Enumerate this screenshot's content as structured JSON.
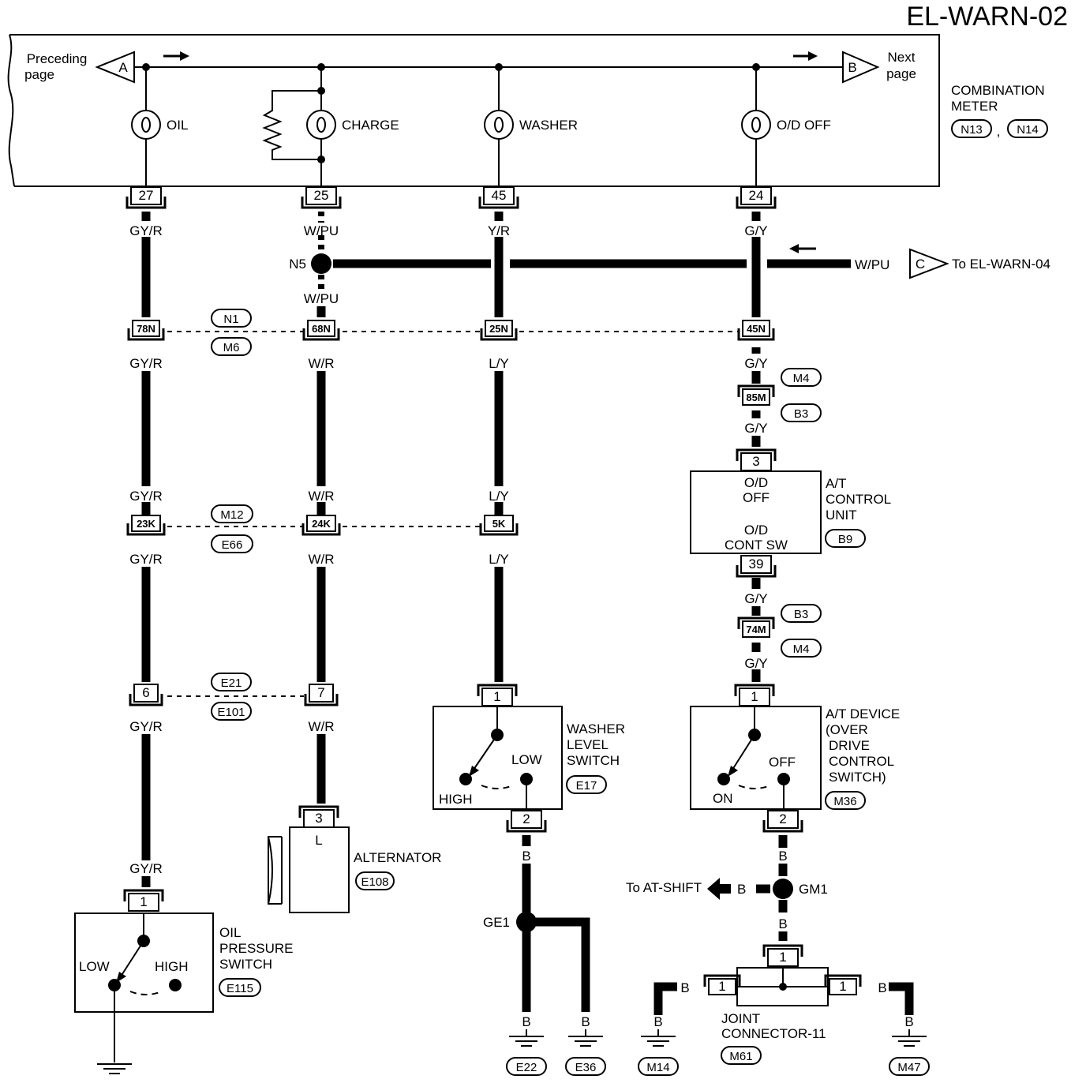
{
  "page_id": "EL-WARN-02",
  "meter": {
    "title_lines": [
      "COMBINATION",
      "METER"
    ],
    "connectors": [
      "N13",
      "N14"
    ],
    "connectors_sep": ",",
    "prev_lines": [
      "Preceding",
      "page"
    ],
    "next_lines": [
      "Next",
      "page"
    ],
    "ref_a": "A",
    "ref_b": "B",
    "lamps": [
      "OIL",
      "CHARGE",
      "WASHER",
      "O/D OFF"
    ],
    "terminals": [
      "27",
      "25",
      "45",
      "24"
    ]
  },
  "wires": {
    "top": [
      "GY/R",
      "W/PU",
      "Y/R",
      "G/Y"
    ],
    "n5_label": "N5",
    "n5_below": "W/PU",
    "to_warn04_wire": "W/PU",
    "ref_c": "C",
    "to_warn04": "To EL-WARN-04",
    "below_row1": [
      "GY/R",
      "W/R",
      "L/Y",
      "G/Y"
    ],
    "above_row2": [
      "GY/R",
      "W/R",
      "L/Y"
    ],
    "below_row2": [
      "GY/R",
      "W/R",
      "L/Y"
    ],
    "below_row3": [
      "GY/R",
      "W/R"
    ],
    "oil_switch_wire": "GY/R",
    "od_85m_below": "G/Y",
    "od_39_below": "G/Y",
    "od_74m_below": "G/Y"
  },
  "connector_rows": {
    "row1": {
      "pins": [
        "78N",
        "68N",
        "25N",
        "45N"
      ],
      "refs": [
        "N1",
        "M6"
      ]
    },
    "row2": {
      "pins": [
        "23K",
        "24K",
        "5K"
      ],
      "refs": [
        "M12",
        "E66"
      ]
    },
    "row3": {
      "pins": [
        "6",
        "7"
      ],
      "refs": [
        "E21",
        "E101"
      ]
    }
  },
  "od_path": {
    "c85m": "85M",
    "c85m_refs": [
      "M4",
      "B3"
    ],
    "c74m": "74M",
    "c74m_refs": [
      "B3",
      "M4"
    ]
  },
  "at_control": {
    "pin_top": "3",
    "pin_bottom": "39",
    "inner_lines": [
      "O/D",
      "OFF",
      "O/D",
      "CONT SW"
    ],
    "label_lines": [
      "A/T",
      "CONTROL",
      "UNIT"
    ],
    "ref": "B9"
  },
  "washer_switch": {
    "pin_top": "1",
    "pin_bottom": "2",
    "low": "LOW",
    "high": "HIGH",
    "label_lines": [
      "WASHER",
      "LEVEL",
      "SWITCH"
    ],
    "ref": "E17",
    "wire_below": "B",
    "ground_junction": "GE1",
    "ground_wires": [
      "B",
      "B"
    ],
    "grounds": [
      "E22",
      "E36"
    ]
  },
  "at_device": {
    "pin_top": "1",
    "pin_bottom": "2",
    "on": "ON",
    "off": "OFF",
    "label_lines": [
      "A/T DEVICE",
      "(OVER",
      "DRIVE",
      "CONTROL",
      "SWITCH)"
    ],
    "ref": "M36",
    "wire_below": "B",
    "junction": "GM1",
    "to_shift": "To AT-SHIFT",
    "to_shift_wire": "B",
    "wire_below_gm1": "B"
  },
  "joint_connector": {
    "pin_top": "1",
    "pin_left": "1",
    "pin_right": "1",
    "label_lines": [
      "JOINT",
      "CONNECTOR-11"
    ],
    "ref": "M61",
    "wire_left": "B",
    "wire_right": "B",
    "ground_wires": [
      "B",
      "B"
    ],
    "grounds": [
      "M14",
      "M47"
    ]
  },
  "alternator": {
    "pin": "3",
    "terminal": "L",
    "label": "ALTERNATOR",
    "ref": "E108"
  },
  "oil_switch": {
    "pin": "1",
    "low": "LOW",
    "high": "HIGH",
    "label_lines": [
      "OIL",
      "PRESSURE",
      "SWITCH"
    ],
    "ref": "E115"
  }
}
